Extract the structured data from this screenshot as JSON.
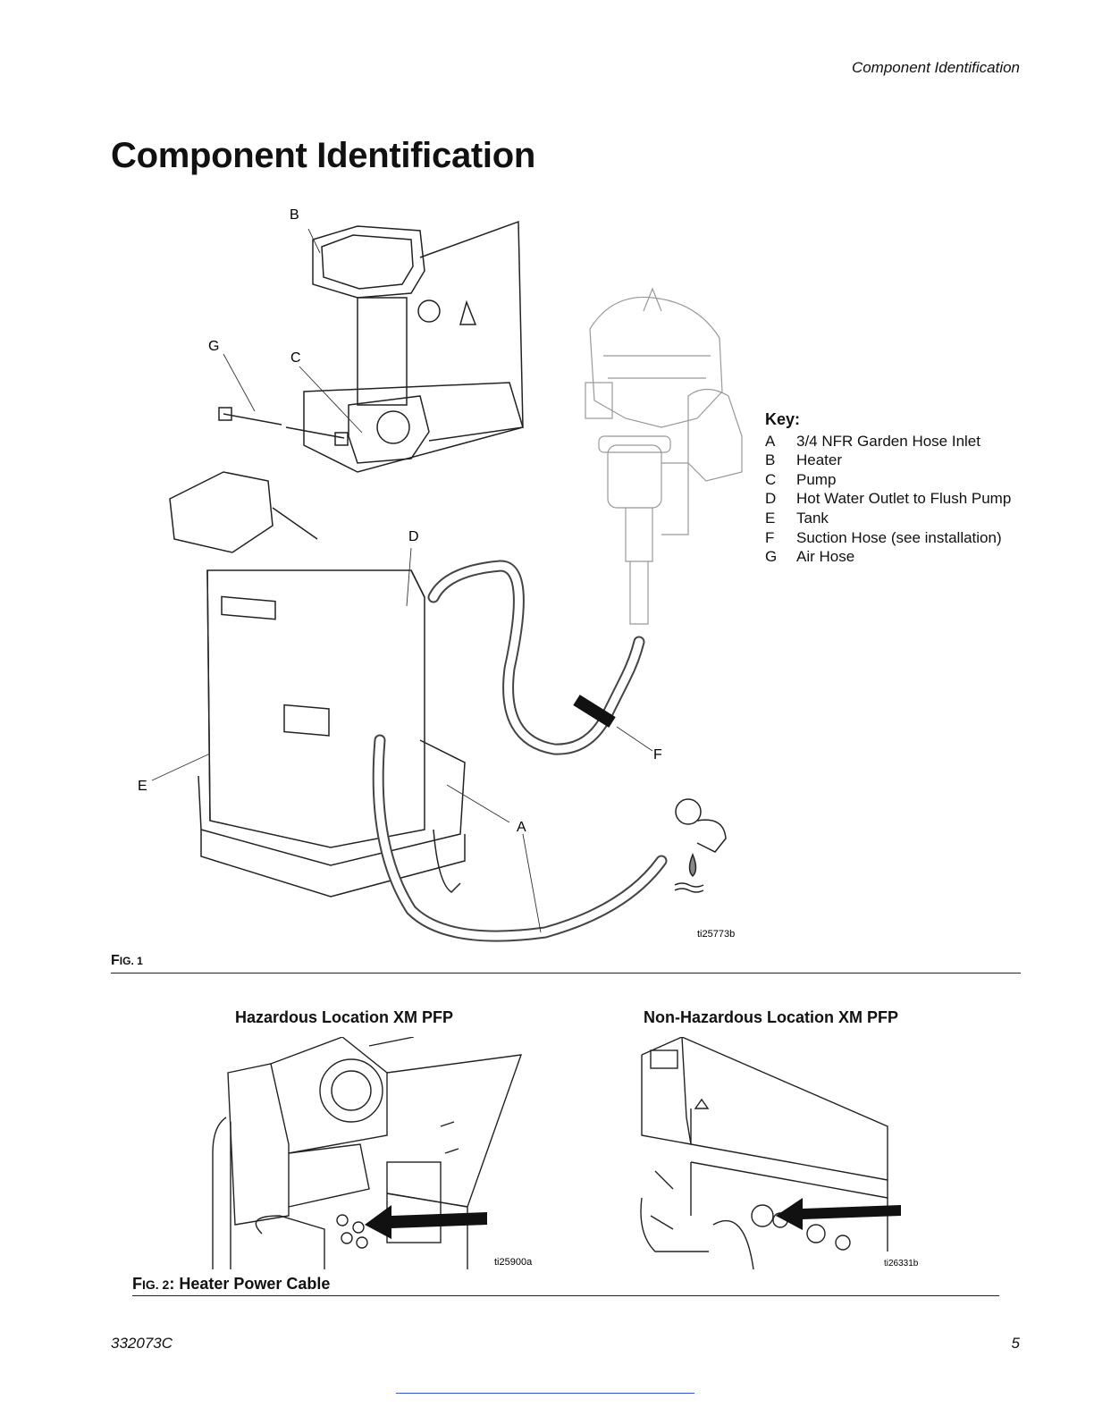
{
  "header": {
    "running_title": "Component Identification"
  },
  "page_title": "Component Identification",
  "figure1": {
    "callouts": [
      "A",
      "B",
      "C",
      "D",
      "E",
      "F",
      "G"
    ],
    "ref_id": "ti25773b",
    "caption_prefix_big": "F",
    "caption_prefix_small": "IG. 1"
  },
  "key": {
    "title": "Key:",
    "items": [
      {
        "letter": "A",
        "text": "3/4 NFR Garden Hose Inlet"
      },
      {
        "letter": "B",
        "text": "Heater"
      },
      {
        "letter": "C",
        "text": "Pump"
      },
      {
        "letter": "D",
        "text": "Hot Water Outlet to Flush Pump"
      },
      {
        "letter": "E",
        "text": "Tank"
      },
      {
        "letter": "F",
        "text": "Suction Hose (see installation)"
      },
      {
        "letter": "G",
        "text": "Air Hose"
      }
    ]
  },
  "figure2": {
    "left_title": "Hazardous Location XM PFP",
    "right_title": "Non-Hazardous Location XM PFP",
    "left_ref": "ti25900a",
    "right_ref": "ti26331b",
    "caption_prefix_big": "F",
    "caption_prefix_small": "IG. 2",
    "caption_rest": ": Heater Power Cable"
  },
  "footer": {
    "doc_number": "332073C",
    "page_number": "5"
  }
}
